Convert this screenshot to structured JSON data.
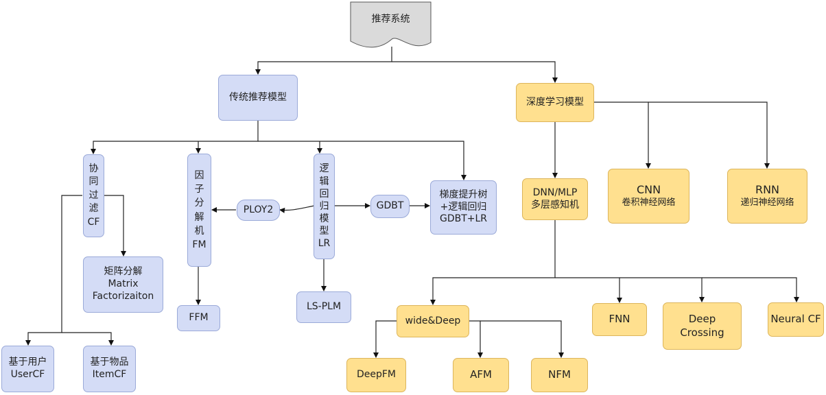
{
  "nodes": {
    "root": "推荐系统",
    "traditional": "传统推荐模型",
    "deep": "深度学习模型",
    "cf": "协\n同\n过\n滤\nCF",
    "fm": "因\n子\n分\n解\n机\nFM",
    "lr": "逻\n辑\n回\n归\n模\n型\nLR",
    "gbdtlr": "梯度提升树\n+逻辑回归\nGDBT+LR",
    "ploy2": "PLOY2",
    "gdbt": "GDBT",
    "mf": "矩阵分解\nMatrix\nFactorizaiton",
    "ffm": "FFM",
    "lsplm": "LS-PLM",
    "usercf": "基于用户\nUserCF",
    "itemcf": "基于物品\nItemCF",
    "dnn": "DNN/MLP\n多层感知机",
    "cnn_title": "CNN",
    "cnn_sub": "卷积神经网络",
    "rnn_title": "RNN",
    "rnn_sub": "递归神经网络",
    "widedeep": "wide&Deep",
    "fnn": "FNN",
    "deepcrossing": "Deep\nCrossing",
    "neuralcf": "Neural CF",
    "deepfm": "DeepFM",
    "afm": "AFM",
    "nfm": "NFM"
  }
}
